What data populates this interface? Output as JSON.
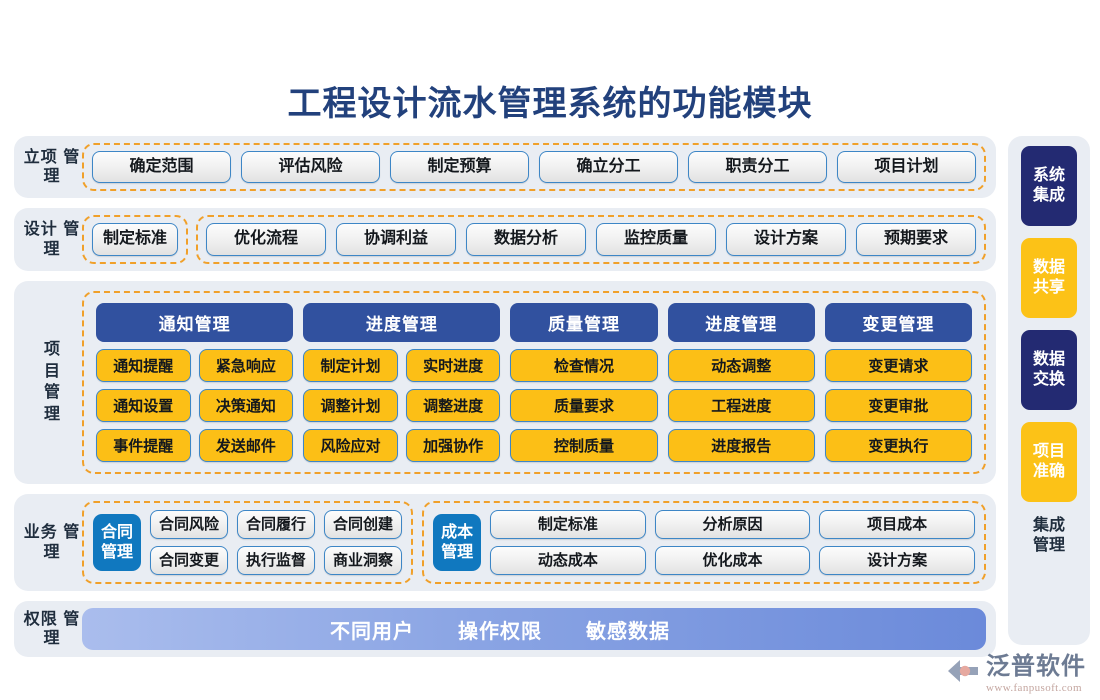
{
  "title": "工程设计流水管理系统的功能模块",
  "colors": {
    "title": "#22417c",
    "panel_bg": "#e9edf3",
    "dashed_border": "#f0a02a",
    "pill_border": "#3d86c6",
    "yellow_btn": "#fcbf16",
    "header_blue": "#31519f",
    "bright_blue": "#1078bf",
    "rail_navy": "#232a72",
    "rail_gold": "#fcc217"
  },
  "sections": {
    "project_initiation": {
      "label_line1": "立项",
      "label_line2": "管理",
      "items": [
        "确定范围",
        "评估风险",
        "制定预算",
        "确立分工",
        "职责分工",
        "项目计划"
      ]
    },
    "design": {
      "label_line1": "设计",
      "label_line2": "管理",
      "lead_item": "制定标准",
      "items": [
        "优化流程",
        "协调利益",
        "数据分析",
        "监控质量",
        "设计方案",
        "预期要求"
      ]
    },
    "project_management": {
      "label_chars": [
        "项",
        "目",
        "管",
        "理"
      ],
      "groups": [
        {
          "head": "通知管理",
          "rows": [
            [
              "通知提醒",
              "紧急响应"
            ],
            [
              "通知设置",
              "决策通知"
            ],
            [
              "事件提醒",
              "发送邮件"
            ]
          ]
        },
        {
          "head": "进度管理",
          "rows": [
            [
              "制定计划",
              "实时进度"
            ],
            [
              "调整计划",
              "调整进度"
            ],
            [
              "风险应对",
              "加强协作"
            ]
          ]
        },
        {
          "head": "质量管理",
          "rows": [
            [
              "检查情况"
            ],
            [
              "质量要求"
            ],
            [
              "控制质量"
            ]
          ]
        },
        {
          "head": "进度管理",
          "rows": [
            [
              "动态调整"
            ],
            [
              "工程进度"
            ],
            [
              "进度报告"
            ]
          ]
        },
        {
          "head": "变更管理",
          "rows": [
            [
              "变更请求"
            ],
            [
              "变更审批"
            ],
            [
              "变更执行"
            ]
          ]
        }
      ]
    },
    "business": {
      "label_line1": "业务",
      "label_line2": "管理",
      "contract": {
        "block_line1": "合同",
        "block_line2": "管理",
        "columns": [
          [
            "合同风险",
            "合同变更"
          ],
          [
            "合同履行",
            "执行监督"
          ],
          [
            "合同创建",
            "商业洞察"
          ]
        ]
      },
      "cost": {
        "block_line1": "成本",
        "block_line2": "管理",
        "columns": [
          [
            "制定标准",
            "动态成本"
          ],
          [
            "分析原因",
            "优化成本"
          ],
          [
            "项目成本",
            "设计方案"
          ]
        ]
      }
    },
    "permission": {
      "label_line1": "权限",
      "label_line2": "管理",
      "items": [
        "不同用户",
        "操作权限",
        "敏感数据"
      ]
    }
  },
  "rail": {
    "blocks": [
      {
        "line1": "系统",
        "line2": "集成",
        "style": "navy"
      },
      {
        "line1": "数据",
        "line2": "共享",
        "style": "gold"
      },
      {
        "line1": "数据",
        "line2": "交换",
        "style": "navy"
      },
      {
        "line1": "项目",
        "line2": "准确",
        "style": "gold"
      }
    ],
    "label_line1": "集成",
    "label_line2": "管理"
  },
  "logo": {
    "name": "泛普软件",
    "url": "www.fanpusoft.com"
  }
}
